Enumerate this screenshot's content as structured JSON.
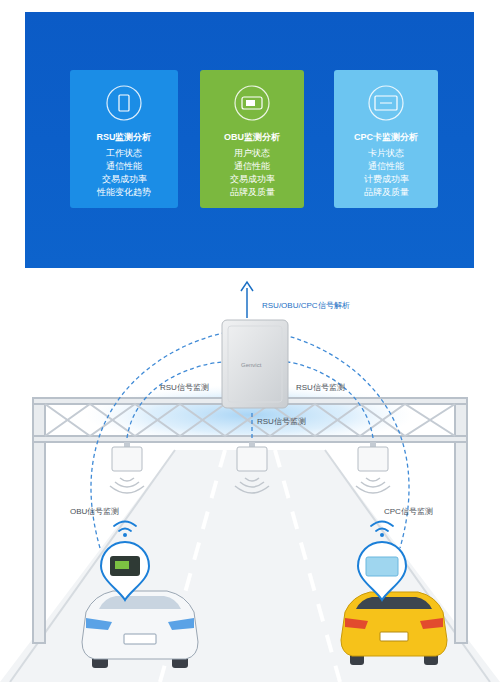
{
  "diagram": {
    "nodes": [
      {
        "text": [
          "RSU监测分析",
          "工作状态",
          "通信性能",
          "交易成功率",
          "性能变化趋势"
        ]
      },
      {
        "text": [
          "OBU监测分析",
          "用户状态",
          "通信性能",
          "交易成功率",
          "品牌及质量"
        ]
      },
      {
        "text": [
          "CPC卡监测分析",
          "卡片状态",
          "通信性能",
          "计费成功率",
          "品牌及质量"
        ]
      }
    ],
    "labels": [
      "RSU/OBU/CPC信号解析",
      "Genvict",
      "RSU信号监测",
      "RSU信号监测",
      "RSU信号监测",
      "OBU信号监测",
      "CPC信号监测"
    ]
  }
}
